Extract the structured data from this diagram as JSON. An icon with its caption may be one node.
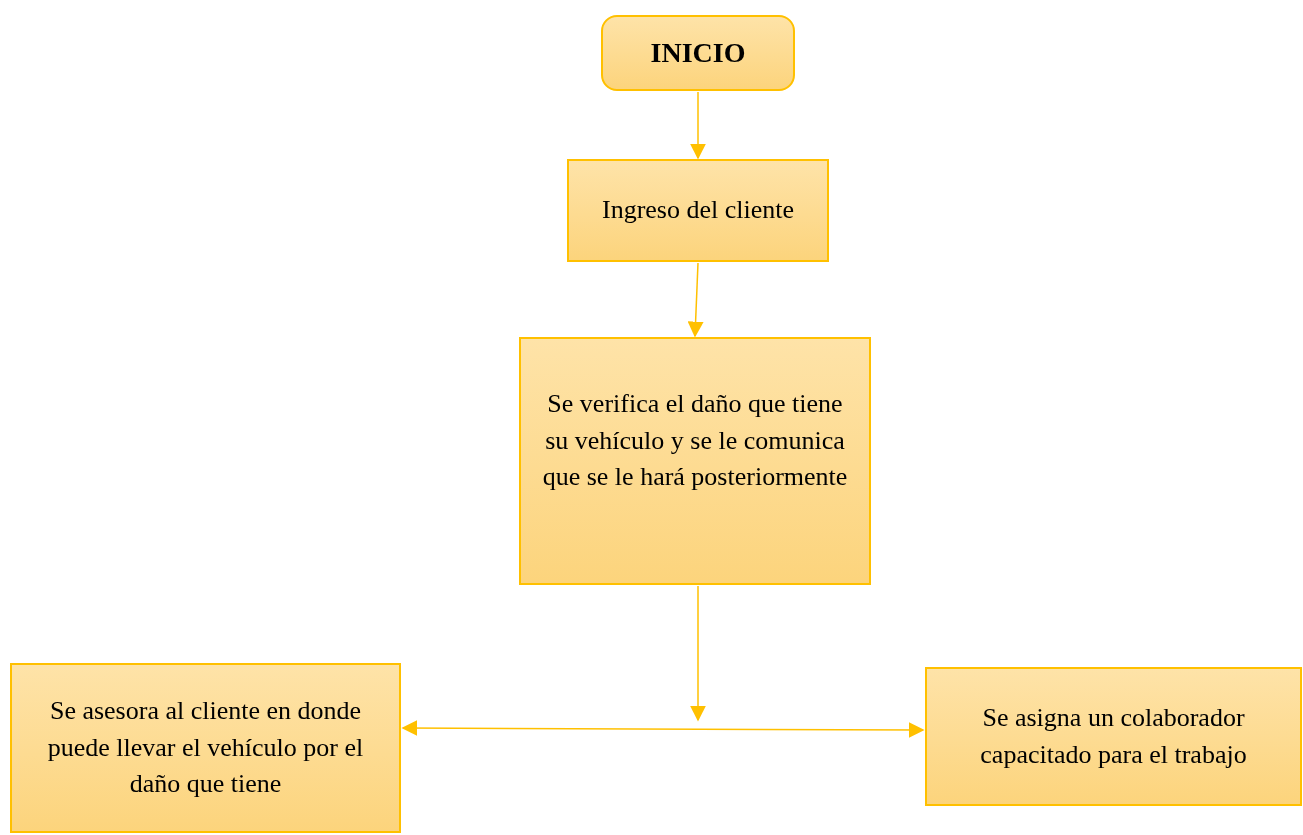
{
  "diagram": {
    "nodes": [
      {
        "text": [
          "INICIO"
        ]
      },
      {
        "text": [
          "Ingreso del cliente"
        ]
      },
      {
        "text": [
          "Se verifica el daño que tiene su vehículo y se le comunica que se le hará posteriormente"
        ]
      },
      {
        "text": [
          "Se asesora al cliente en donde puede llevar el vehículo por el daño que tiene"
        ]
      },
      {
        "text": [
          "Se asigna un colaborador capacitado para el trabajo"
        ]
      }
    ],
    "edges": [
      {
        "from": 0,
        "to": 1,
        "arrow": "to"
      },
      {
        "from": 1,
        "to": 2,
        "arrow": "to"
      },
      {
        "from": 2,
        "to": null,
        "arrow": "to"
      },
      {
        "from": 3,
        "to": 4,
        "arrow": "both"
      }
    ]
  }
}
